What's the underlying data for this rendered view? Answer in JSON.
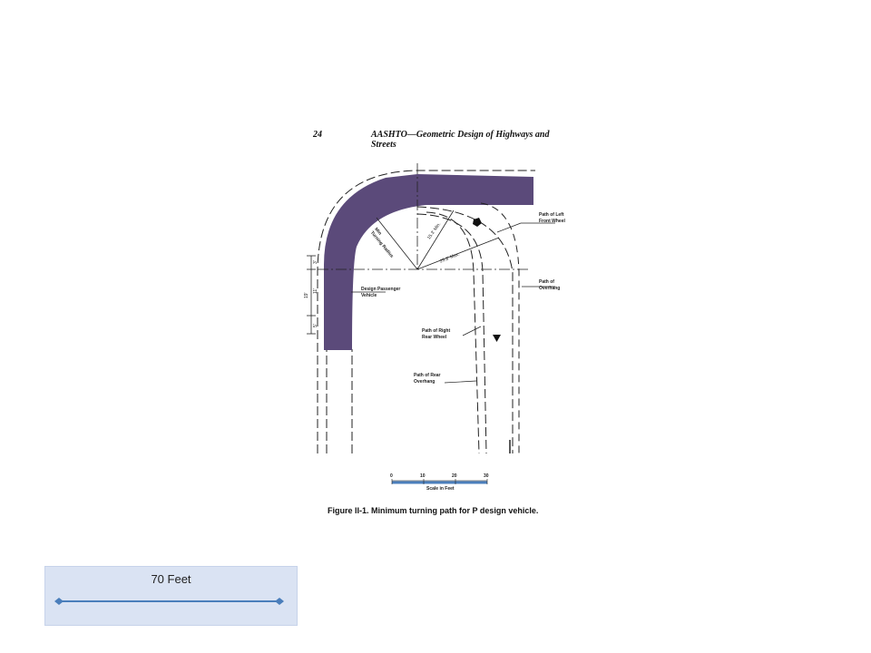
{
  "header": {
    "page_number": "24",
    "title": "AASHTO—Geometric Design of Highways and Streets"
  },
  "labels": {
    "left_front_wheel": [
      "Path of Left",
      "Front Wheel"
    ],
    "overhang": [
      "Path of",
      "Overhang"
    ],
    "vehicle": [
      "Design Passenger",
      "Vehicle"
    ],
    "right_rear_wheel": [
      "Path of Right",
      "Rear Wheel"
    ],
    "rear_overhang": [
      "Path of Rear",
      "Overhang"
    ]
  },
  "dimensions": {
    "min_radius": "15.3' Min.",
    "max_radius": "25.8' Max.",
    "turning_radius": [
      "Min",
      "Turning Radius"
    ],
    "d3": "3'",
    "d11": "11'",
    "d19": "19'",
    "d5": "5'"
  },
  "scale": {
    "ticks": [
      "0",
      "10",
      "20",
      "30"
    ],
    "title": "Scale in Feet"
  },
  "caption": "Figure II-1. Minimum turning path for P design vehicle.",
  "legend": {
    "label": "70 Feet",
    "line_color": "#4a7ebb"
  },
  "colors": {
    "vehicle_fill": "#5b4a7a",
    "scale_bar": "#4a7ebb"
  }
}
